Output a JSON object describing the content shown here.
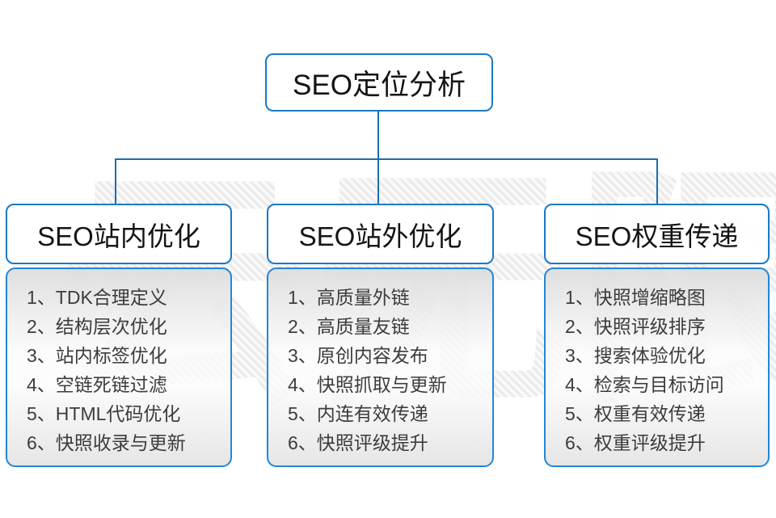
{
  "watermark": {
    "text": "云无限"
  },
  "root": {
    "title": "SEO定位分析"
  },
  "columns": [
    {
      "title": "SEO站内优化",
      "items": [
        "1、TDK合理定义",
        "2、结构层次优化",
        "3、站内标签优化",
        "4、空链死链过滤",
        "5、HTML代码优化",
        "6、快照收录与更新"
      ]
    },
    {
      "title": "SEO站外优化",
      "items": [
        "1、高质量外链",
        "2、高质量友链",
        "3、原创内容发布",
        "4、快照抓取与更新",
        "5、内连有效传递",
        "6、快照评级提升"
      ]
    },
    {
      "title": "SEO权重传递",
      "items": [
        "1、快照增缩略图",
        "2、快照评级排序",
        "3、搜索体验优化",
        "4、检索与目标访问",
        "5、权重有效传递",
        "6、权重评级提升"
      ]
    }
  ],
  "colors": {
    "box_border_blue": "#1b79c4",
    "panel_border_blue": "#2186d8",
    "connector_blue": "#1b6db3",
    "title_text": "#141414",
    "list_text": "#3c3c3c"
  }
}
